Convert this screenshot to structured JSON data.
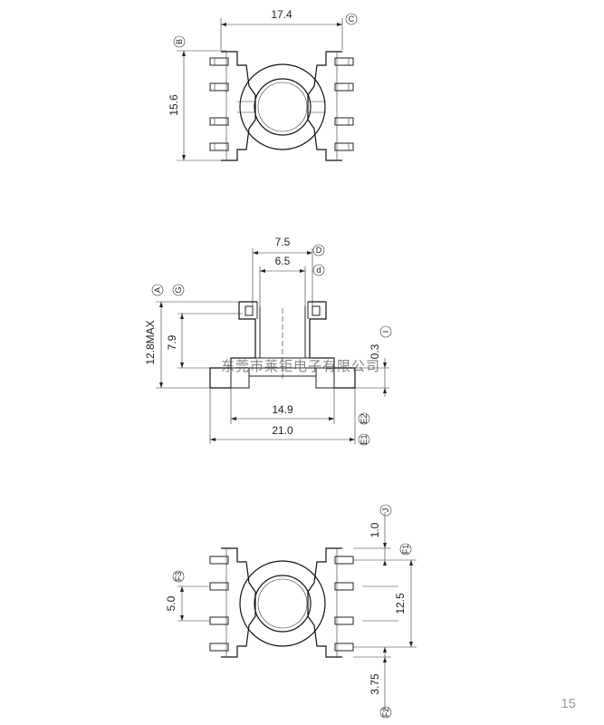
{
  "top_view": {
    "dim_width": "17.4",
    "dim_height": "15.6",
    "tag_width": "C",
    "tag_height": "B"
  },
  "side_view": {
    "dim_d_outer": "7.5",
    "dim_d_inner": "6.5",
    "tag_d_outer": "D",
    "tag_d_inner": "d",
    "tag_a": "A",
    "tag_g": "G",
    "dim_total_height": "12.8MAX",
    "dim_core_height": "7.9",
    "dim_pin_thickness": "0.3",
    "tag_i": "I",
    "dim_base_inner": "14.9",
    "dim_base_outer": "21.0",
    "tag_e2": "E2",
    "tag_e1": "E1"
  },
  "bottom_view": {
    "dim_pitch": "5.0",
    "tag_f3": "F3",
    "dim_top_offset": "1.0",
    "tag_j": "J",
    "tag_f1": "F1",
    "dim_row_spacing": "12.5",
    "dim_bottom_offset": "3.75",
    "tag_f2": "F2"
  },
  "watermark": "东莞市莱钜电子有限公司",
  "page_number": "15"
}
